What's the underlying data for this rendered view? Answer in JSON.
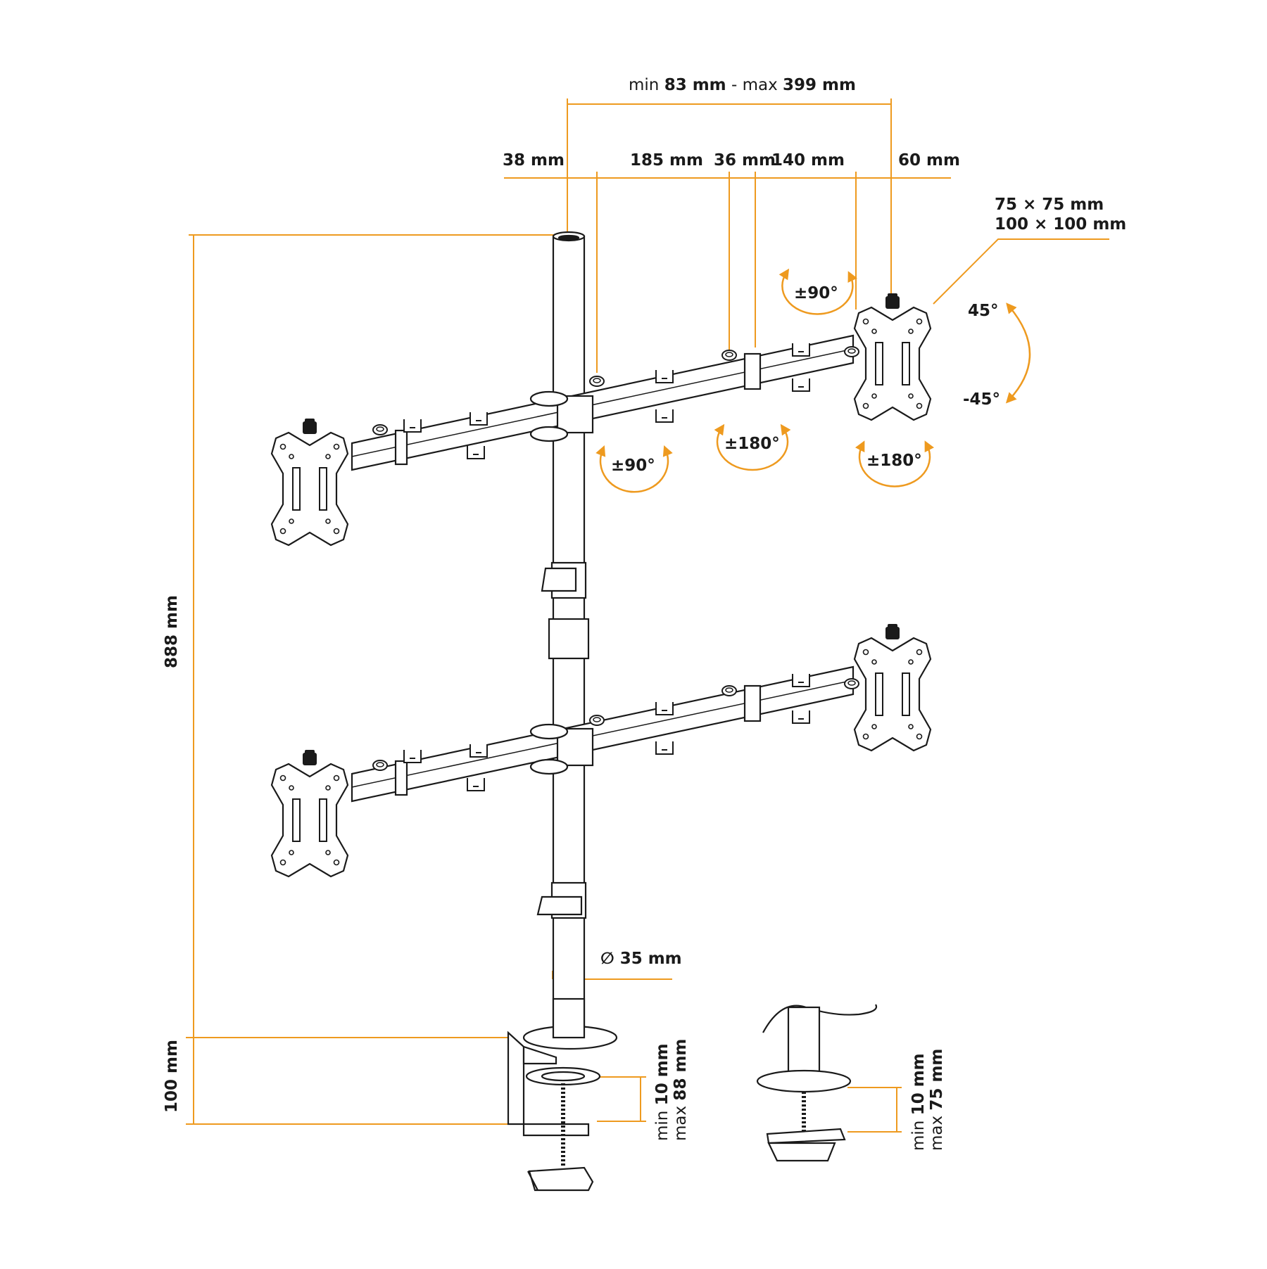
{
  "colors": {
    "accent": "#ee9a1f",
    "line": "#1a1a1a"
  },
  "dims": {
    "span_min_prefix": "min",
    "span_min_value": "83 mm",
    "span_sep": "- max",
    "span_max_value": "399 mm",
    "seg_38": "38 mm",
    "seg_185": "185 mm",
    "seg_36": "36 mm",
    "seg_140": "140 mm",
    "seg_60": "60 mm",
    "vesa_1": "75 × 75 mm",
    "vesa_2": "100 × 100 mm",
    "tilt_up": "45°",
    "tilt_down": "-45°",
    "rot_top": "±90°",
    "rot_arm": "±90°",
    "rot_mid": "±180°",
    "rot_right": "±180°",
    "height": "888 mm",
    "clamp_height": "100 mm",
    "pole_diameter": "∅ 35 mm",
    "clamp_min_prefix": "min",
    "clamp_min_value": "10 mm",
    "clamp_max_prefix": "max",
    "clamp_max_value": "88 mm",
    "grommet_min_prefix": "min",
    "grommet_min_value": "10 mm",
    "grommet_max_prefix": "max",
    "grommet_max_value": "75 mm"
  }
}
